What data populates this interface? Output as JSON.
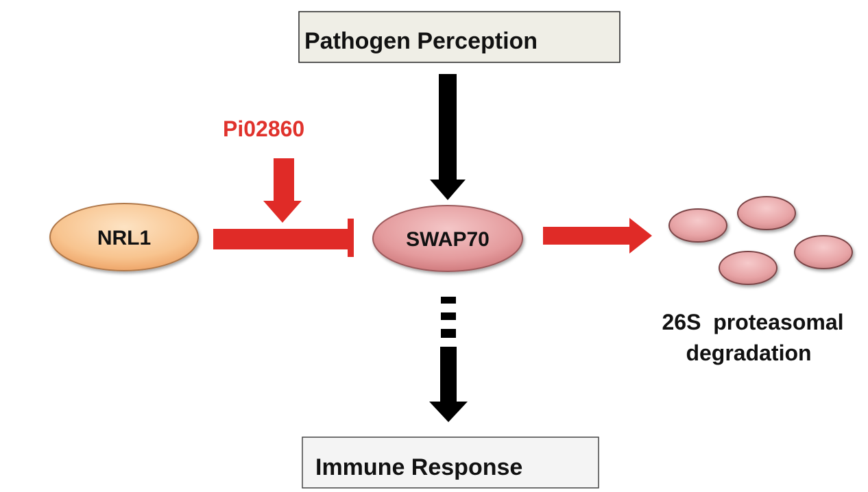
{
  "nodes": {
    "pathogen_perception": "Pathogen Perception",
    "immune_response": "Immune Response",
    "nrl1": "NRL1",
    "swap70": "SWAP70",
    "effector": "Pi02860",
    "degradation_line1": "26S  proteasomal",
    "degradation_line2": "degradation"
  },
  "colors": {
    "arrow_red": "#e02b27",
    "arrow_black": "#000000",
    "effector_text": "#e0322c",
    "box_fill": "#efeee6",
    "nrl1_fill": "#f7c28e",
    "swap70_fill": "#e29a9c",
    "proteasome_fill": "#e6a3a5"
  }
}
